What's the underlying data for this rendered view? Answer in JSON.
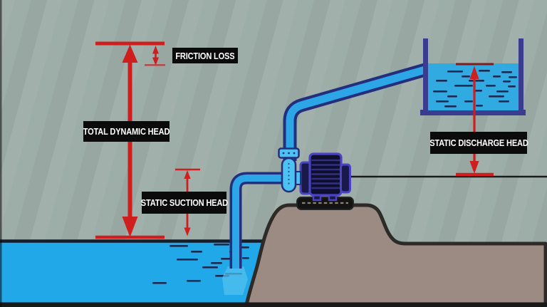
{
  "diagram_title": "pump-total-dynamic-head-schematic",
  "labels": {
    "friction_loss": "FRICTION LOSS",
    "total_dynamic_head": "TOTAL DYNAMIC HEAD",
    "static_suction_head": "STATIC SUCTION HEAD",
    "static_discharge_head": "STATIC DISCHARGE HEAD"
  },
  "colors": {
    "background": "#9dada7",
    "water": "#21a8e8",
    "tank_water": "#31a9e1",
    "pipe_fill": "#2da6e8",
    "pipe_outline": "#232e7d",
    "fitting": "#4cc2f2",
    "tank_wall": "#393c8f",
    "motor_outline": "#4c43c4",
    "motor_body": "#0e0e2e",
    "motor_cap": "#1a1a4a",
    "fin": "#32307e",
    "ground": "#9c8b82",
    "ground_outline": "#2e2a28",
    "annotation_red": "#ce1e1e",
    "annotation_dark_red": "#7e1d1d",
    "annotation_soft_red": "#c04040",
    "label_bg": "#0b0b0b",
    "label_text": "#ffffff",
    "datum": "#1b1b1b",
    "ripple": "#1c2b55"
  }
}
